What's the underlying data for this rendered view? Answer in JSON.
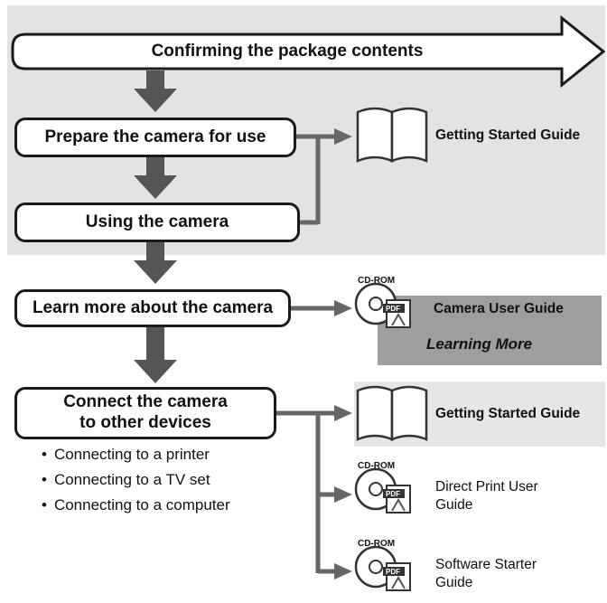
{
  "steps": {
    "confirm": "Confirming the package contents",
    "prepare": "Prepare the camera for use",
    "using": "Using the camera",
    "learn": "Learn more about the camera",
    "connect_line1": "Connect the camera",
    "connect_line2": "to other devices"
  },
  "connect_items": [
    "Connecting to a printer",
    "Connecting to a TV set",
    "Connecting to a computer"
  ],
  "guides": {
    "getting_started_1": "Getting Started Guide",
    "camera_user_guide": "Camera User Guide",
    "learning_more": "Learning More",
    "getting_started_2": "Getting Started Guide",
    "direct_print_line1": "Direct Print User",
    "direct_print_line2": "Guide",
    "software_starter_line1": "Software Starter",
    "software_starter_line2": "Guide"
  },
  "icons": {
    "cd_label": "CD-ROM",
    "pdf_label": "PDF"
  }
}
